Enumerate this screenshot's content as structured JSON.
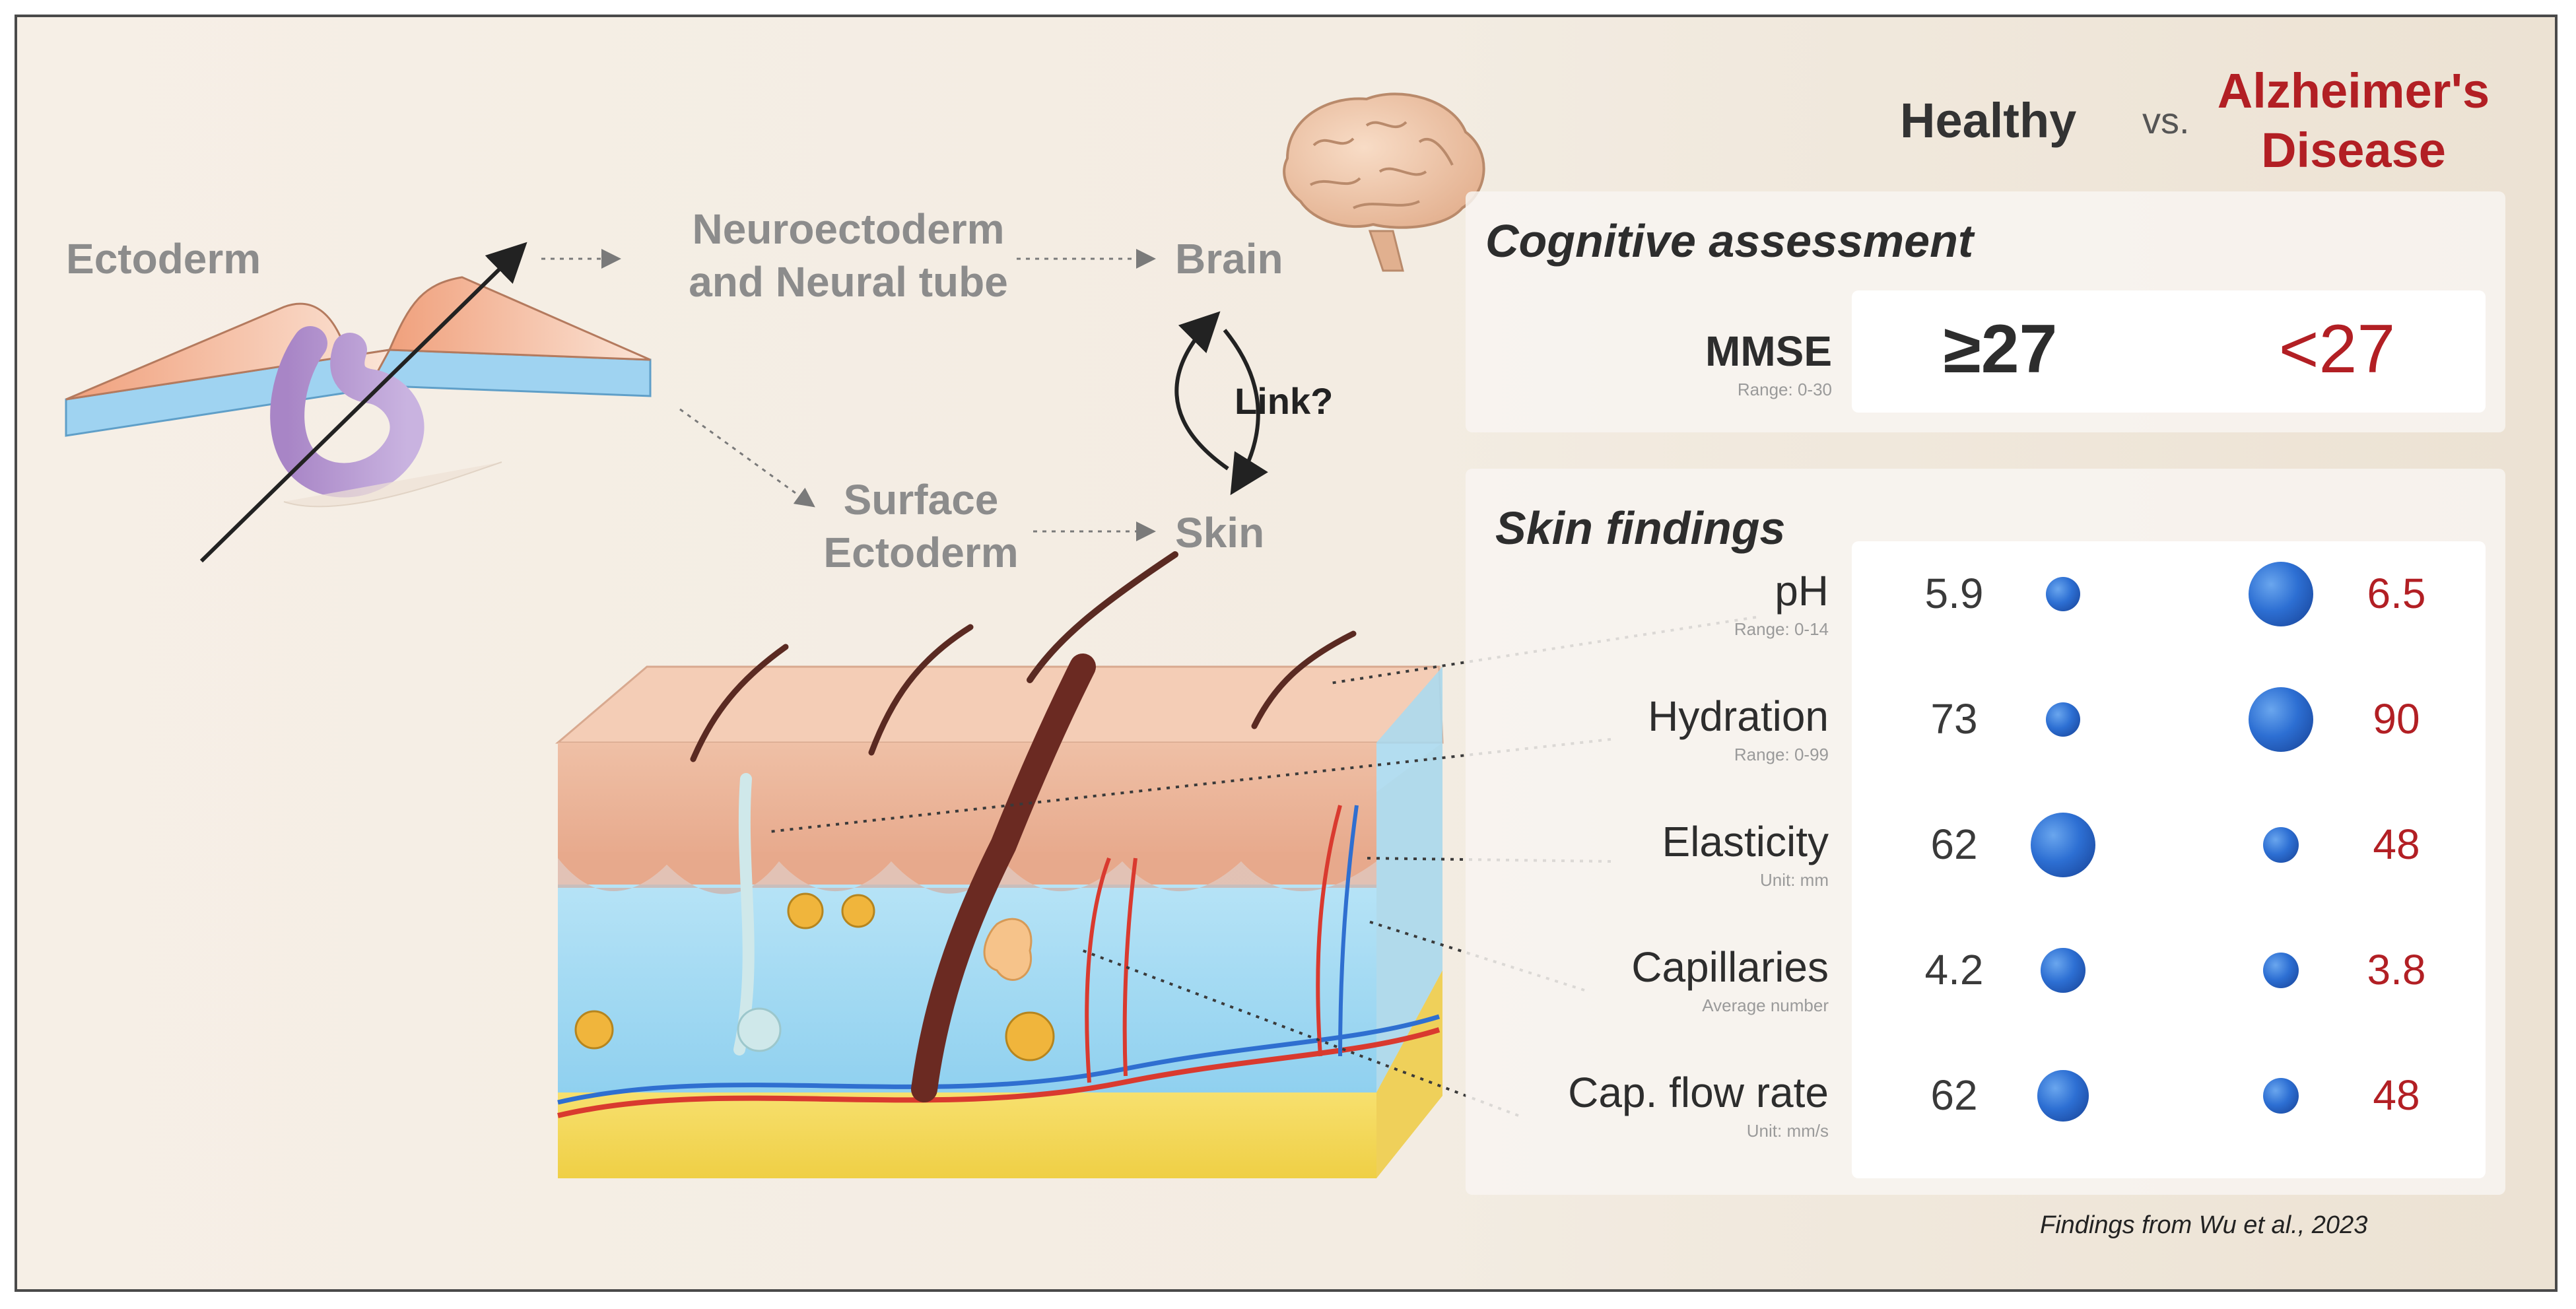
{
  "origin": {
    "ectoderm": "Ectoderm",
    "neuroectoderm_line1": "Neuroectoderm",
    "neuroectoderm_line2": "and Neural tube",
    "brain": "Brain",
    "surface_line1": "Surface",
    "surface_line2": "Ectoderm",
    "skin": "Skin",
    "link": "Link?"
  },
  "header": {
    "healthy": "Healthy",
    "vs": "vs.",
    "ad_line1": "Alzheimer's",
    "ad_line2": "Disease"
  },
  "cognitive": {
    "title": "Cognitive assessment",
    "metric": "MMSE",
    "range": "Range: 0-30",
    "healthy_value": "≥27",
    "ad_value": "<27"
  },
  "skin": {
    "title": "Skin findings",
    "rows": [
      {
        "label": "pH",
        "sub": "Range: 0-14",
        "healthy": "5.9",
        "ad": "6.5",
        "healthy_dot": 0.3,
        "ad_dot": 0.85
      },
      {
        "label": "Hydration",
        "sub": "Range: 0-99",
        "healthy": "73",
        "ad": "90",
        "healthy_dot": 0.3,
        "ad_dot": 0.85
      },
      {
        "label": "Elasticity",
        "sub": "Unit: mm",
        "healthy": "62",
        "ad": "48",
        "healthy_dot": 0.85,
        "ad_dot": 0.32
      },
      {
        "label": "Capillaries",
        "sub": "Average number",
        "healthy": "4.2",
        "ad": "3.8",
        "healthy_dot": 0.48,
        "ad_dot": 0.32
      },
      {
        "label": "Cap. flow rate",
        "sub": "Unit: mm/s",
        "healthy": "62",
        "ad": "48",
        "healthy_dot": 0.6,
        "ad_dot": 0.32
      }
    ]
  },
  "footer": {
    "citation": "Findings from Wu et al., 2023"
  },
  "colors": {
    "accent_red": "#b21f24",
    "dot_blue": "#2d6fd3",
    "grey_text": "#8c8c8c"
  }
}
